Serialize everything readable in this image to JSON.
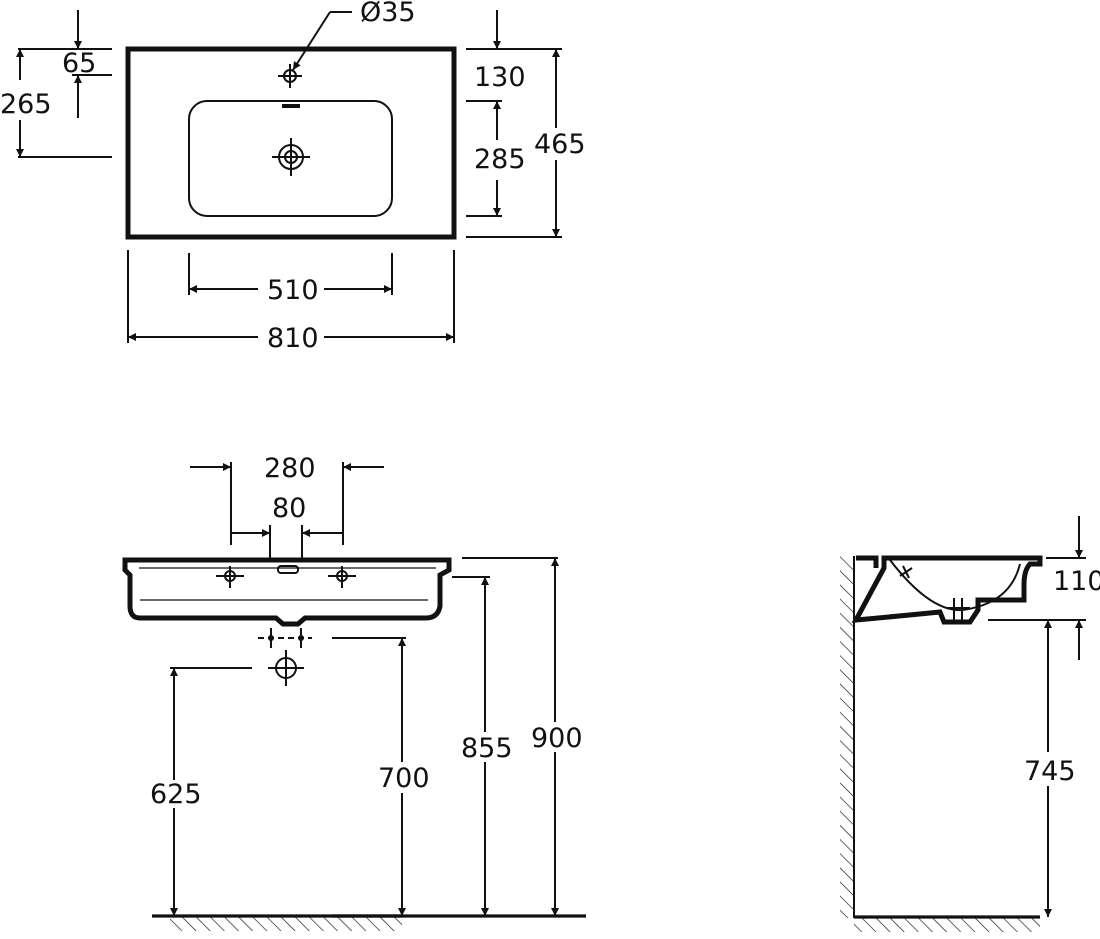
{
  "top_view": {
    "hole_diameter": "Ø35",
    "dim_65": "65",
    "dim_265": "265",
    "dim_130": "130",
    "dim_285": "285",
    "dim_465": "465",
    "dim_510": "510",
    "dim_810": "810"
  },
  "front_view": {
    "dim_280": "280",
    "dim_80": "80",
    "dim_625": "625",
    "dim_700": "700",
    "dim_855": "855",
    "dim_900": "900"
  },
  "side_view": {
    "dim_110": "110",
    "dim_745": "745"
  },
  "colors": {
    "line": "#111111",
    "background": "#ffffff"
  }
}
